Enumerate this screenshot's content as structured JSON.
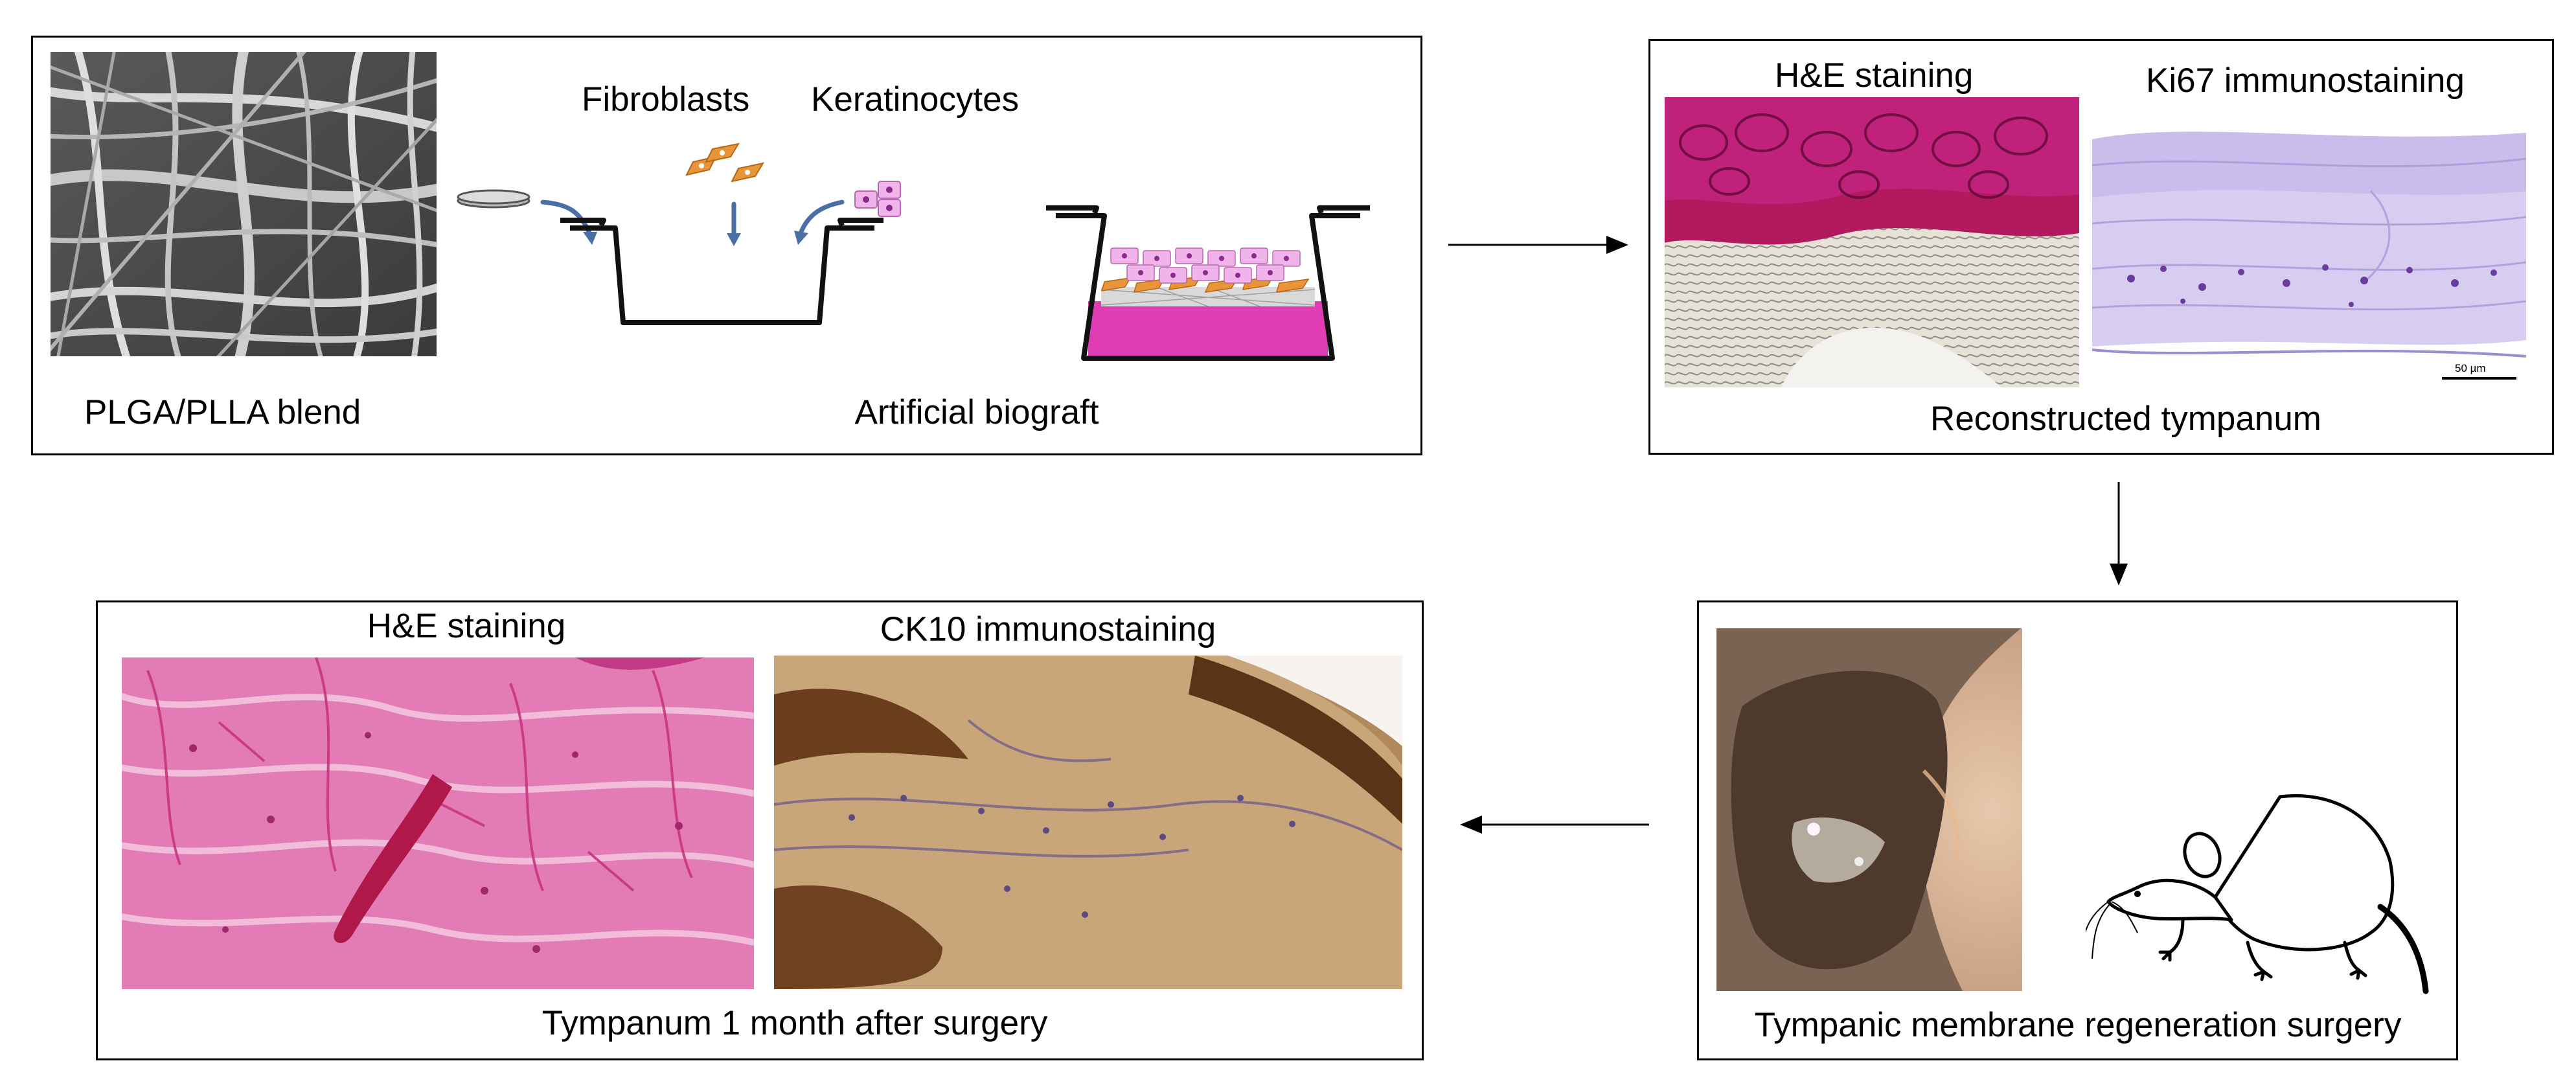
{
  "panel1": {
    "scaffold_label": "PLGA/PLLA blend",
    "fibroblasts_label": "Fibroblasts",
    "keratinocytes_label": "Keratinocytes",
    "biograft_label": "Artificial biograft"
  },
  "panel2": {
    "he_label": "H&E staining",
    "ki67_label": "Ki67 immunostaining",
    "scale_bar_label": "50 µm",
    "caption": "Reconstructed tympanum"
  },
  "panel3": {
    "caption": "Tympanic membrane regeneration surgery"
  },
  "panel4": {
    "he_label": "H&E staining",
    "ck10_label": "CK10 immunostaining",
    "caption": "Tympanum 1 month after surgery"
  },
  "colors": {
    "he_stain": "#c0217a",
    "ki67_stain": "#b9a6e6",
    "medium_magenta": "#e03cb4",
    "fibroblast_orange": "#e8953a",
    "keratinocyte_pink": "#f0b4ea",
    "arrow_blue": "#4a6fa5",
    "ck10_brown": "#7a4a22"
  }
}
